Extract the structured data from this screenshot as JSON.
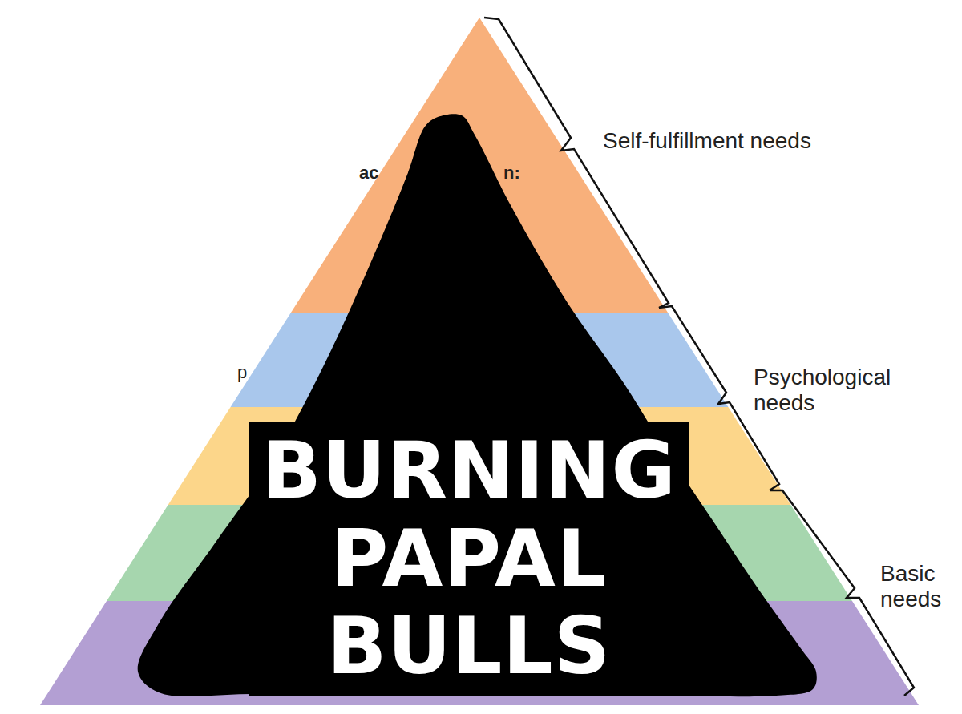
{
  "diagram": {
    "nodes": [
      {
        "text": [
          "BURNING PAPAL BULLS"
        ]
      }
    ],
    "labels": [
      "Self-fulfillment needs",
      "Psychological needs",
      "Basic needs",
      "ac",
      "n:",
      "p"
    ]
  }
}
